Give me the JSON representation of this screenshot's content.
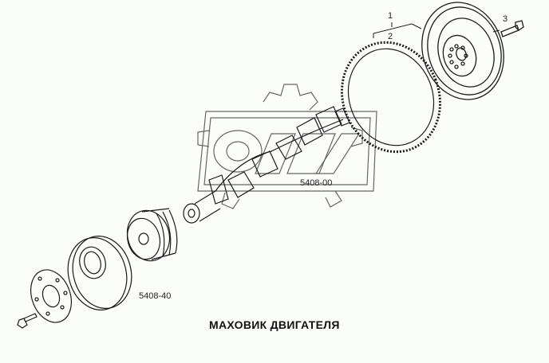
{
  "title": "МАХОВИК ДВИГАТЕЛЯ",
  "callouts": [
    {
      "id": "1",
      "label": "1"
    },
    {
      "id": "2",
      "label": "2"
    },
    {
      "id": "3",
      "label": "3"
    }
  ],
  "group_labels": {
    "crankshaft": "5408-00",
    "pulley": "5408-40"
  },
  "watermark": "OPEX",
  "colors": {
    "line": "#1a1a1a",
    "watermark": "#555555",
    "background": "#fbfdfb"
  }
}
